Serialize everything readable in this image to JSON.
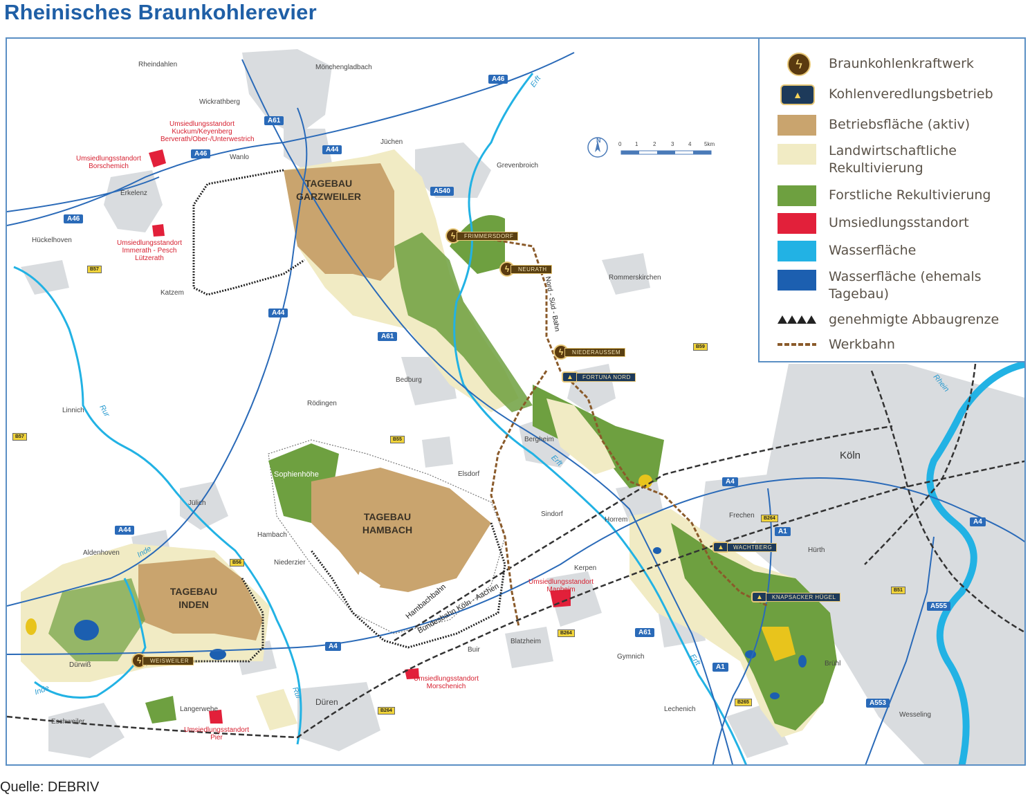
{
  "title": "Rheinisches Braunkohlerevier",
  "source": "Quelle: DEBRIV",
  "colors": {
    "active_mining": "#c9a46e",
    "agri_recult": "#f1ebc4",
    "forest_recult": "#6ea040",
    "resettlement": "#e2203a",
    "water": "#22b2e4",
    "water_former_mine": "#1c5fb0",
    "settlement": "#d9dcdf",
    "road": "#2a6ab8"
  },
  "legend": [
    {
      "icon": "power-plant-icon",
      "label": "Braunkohlenkraftwerk"
    },
    {
      "icon": "coal-refinery-icon",
      "label": "Kohlenveredlungsbetrieb"
    },
    {
      "icon": "active-area-swatch",
      "label": "Betriebsfläche (aktiv)"
    },
    {
      "icon": "agri-swatch",
      "label": "Landwirtschaftliche Rekultivierung"
    },
    {
      "icon": "forest-swatch",
      "label": "Forstliche Rekultivierung"
    },
    {
      "icon": "resettlement-swatch",
      "label": "Umsiedlungsstandort"
    },
    {
      "icon": "water-swatch",
      "label": "Wasserfläche"
    },
    {
      "icon": "former-mine-water-swatch",
      "label": "Wasserfläche (ehemals Tagebau)"
    },
    {
      "icon": "mining-limit-icon",
      "label": "genehmigte Abbaugrenze"
    },
    {
      "icon": "works-railway-icon",
      "label": "Werkbahn"
    }
  ],
  "scale": {
    "ticks": [
      "0",
      "1",
      "2",
      "3",
      "4",
      "5km"
    ],
    "north": "N"
  },
  "mines": {
    "garzweiler": "TAGEBAU GARZWEILER",
    "hambach": "TAGEBAU HAMBACH",
    "inden": "TAGEBAU INDEN"
  },
  "power_plants": [
    "FRIMMERSDORF",
    "NEURATH",
    "NIEDERAUSSEM",
    "WEISWEILER"
  ],
  "refineries": [
    "FORTUNA NORD",
    "WACHTBERG",
    "KNAPSACKER HÜGEL"
  ],
  "places": {
    "rheindahlen": "Rheindahlen",
    "moenchengladbach": "Mönchengladbach",
    "wickrathberg": "Wickrathberg",
    "juechen": "Jüchen",
    "grevenbroich": "Grevenbroich",
    "wanlo": "Wanlo",
    "erkelenz": "Erkelenz",
    "hueckelhoven": "Hückelhoven",
    "katzem": "Katzem",
    "rommerskirchen": "Rommerskirchen",
    "bedburg": "Bedburg",
    "roedingen": "Rödingen",
    "linnich": "Linnich",
    "bergheim": "Bergheim",
    "elsdorf": "Elsdorf",
    "juelich": "Jülich",
    "koeln": "Köln",
    "sindorf": "Sindorf",
    "horrem": "Horrem",
    "frechen": "Frechen",
    "huerth": "Hürth",
    "hambach": "Hambach",
    "niederzier": "Niederzier",
    "kerpen": "Kerpen",
    "aldenhoven": "Aldenhoven",
    "duerwiss": "Dürwiß",
    "eschweiler": "Eschweiler",
    "langerwehe": "Langerwehe",
    "dueren": "Düren",
    "buir": "Buir",
    "blatzheim": "Blatzheim",
    "gymnich": "Gymnich",
    "bruehl": "Brühl",
    "lechenich": "Lechenich",
    "wesseling": "Wesseling",
    "sophienhoehe": "Sophienhöhe"
  },
  "resettlements": {
    "kuckum": "Umsiedlungsstandort Kuckum/Keyenberg Berverath/Ober-/Unterwestrich",
    "borschemich": "Umsiedlungsstandort Borschemich",
    "immerath": "Umsiedlungsstandort Immerath - Pesch Lützerath",
    "manheim": "Umsiedlungsstandort Manheim",
    "morschenich": "Umsiedlungsstandort Morschenich",
    "pier": "Umsiedlungsstandort Pier"
  },
  "roads": {
    "a46a": "A46",
    "a46b": "A46",
    "a46c": "A46",
    "a61a": "A61",
    "a61b": "A61",
    "a61c": "A61",
    "a44a": "A44",
    "a44b": "A44",
    "a44c": "A44",
    "a540": "A540",
    "a4a": "A4",
    "a4b": "A4",
    "a4c": "A4",
    "a1a": "A1",
    "a1b": "A1",
    "a555": "A555",
    "a553": "A553",
    "b57a": "B57",
    "b57b": "B57",
    "b59": "B59",
    "b55": "B55",
    "b56": "B56",
    "b264a": "B264",
    "b264b": "B264",
    "b264c": "B264",
    "b265": "B265",
    "b51": "B51"
  },
  "rivers": {
    "erft1": "Erft",
    "erft2": "Erft",
    "erft3": "Erft",
    "rur1": "Rur",
    "rur2": "Rur",
    "inde1": "Inde",
    "inde2": "Inde",
    "rhein": "Rhein"
  },
  "railways": {
    "hambachbahn": "Hambachbahn",
    "bundesbahn": "Bundesbahn Köln - Aachen",
    "nordsuedbahn": "Nord - Süd - Bahn"
  }
}
